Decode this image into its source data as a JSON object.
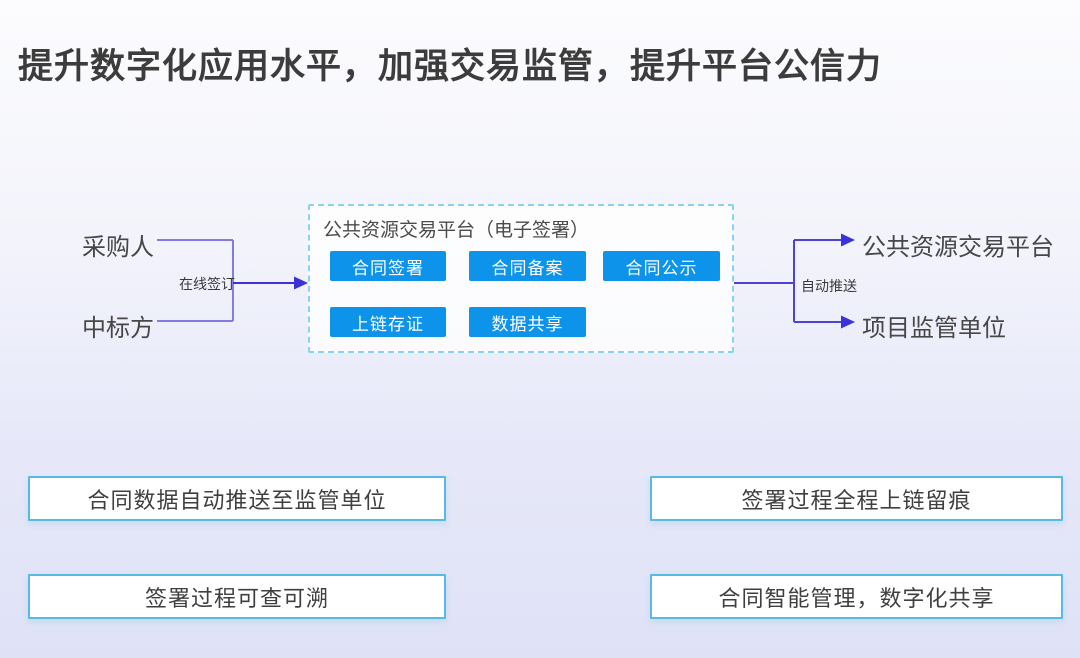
{
  "title": "提升数字化应用水平，加强交易监管，提升平台公信力",
  "diagram": {
    "purchaser": "采购人",
    "bidder": "中标方",
    "online_sign_label": "在线签订",
    "platform": {
      "title": "公共资源交易平台（电子签署）",
      "modules": [
        "合同签署",
        "合同备案",
        "合同公示",
        "上链存证",
        "数据共享"
      ]
    },
    "auto_push_label": "自动推送",
    "targets": [
      "公共资源交易平台",
      "项目监管单位"
    ]
  },
  "features": [
    "合同数据自动推送至监管单位",
    "签署过程全程上链留痕",
    "签署过程可查可溯",
    "合同智能管理，数字化共享"
  ],
  "colors": {
    "title_text": "#3c3c3c",
    "module_chip_blue": "#0e93ea",
    "arrow_violet": "#3b32d9",
    "left_bracket_purple": "#837ae4",
    "right_bracket_violet": "#4b42dc",
    "platform_border": "#8ad2f3",
    "feature_border": "#57bae6",
    "background_bottom": "#dfe2f7"
  }
}
